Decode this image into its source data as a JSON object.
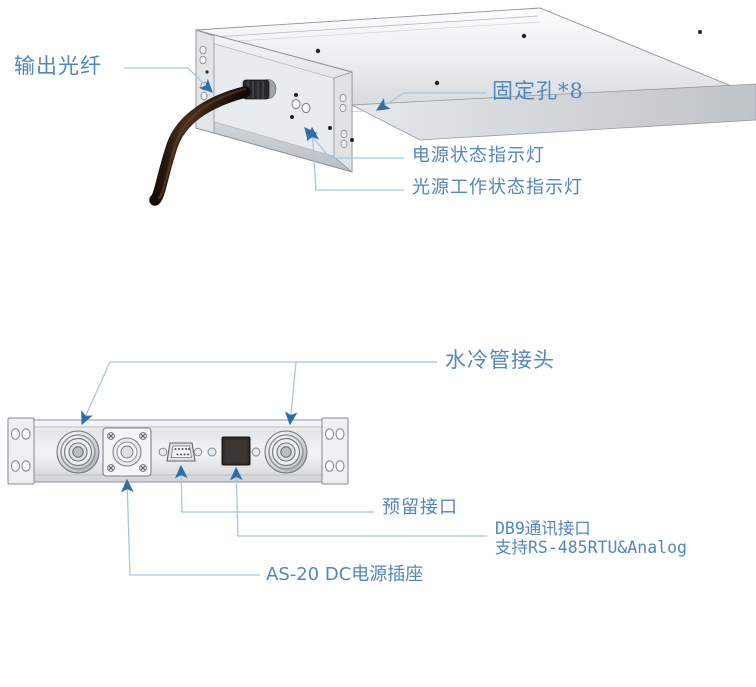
{
  "document": {
    "type": "product-technical-diagram",
    "background_color": "#ffffff",
    "accent_color": "#5386bb",
    "leader_line_color": "#a8c7e2",
    "arrow_color": "#2f6fa8"
  },
  "views": {
    "top": {
      "name": "isometric-front-view",
      "device": "rack-mount fiber light source, 3D perspective, brushed aluminium chassis",
      "features": [
        "fiber output cable",
        "front panel with rack ears",
        "mounting holes",
        "status LEDs"
      ]
    },
    "bottom": {
      "name": "rear-panel-view",
      "device": "rear panel flat elevation",
      "features": [
        "water cooling connectors x2",
        "AS-20 DC power socket",
        "DB9 connector",
        "reserved port",
        "rack ears with slots"
      ]
    }
  },
  "callouts": [
    {
      "id": "fiber-output",
      "text": "输出光纤",
      "font": "cn",
      "size": "t22"
    },
    {
      "id": "mounting-holes",
      "text": "固定孔*8",
      "font": "cn",
      "size": "t22"
    },
    {
      "id": "power-status-led",
      "text": "电源状态指示灯",
      "font": "cn",
      "size": "t19"
    },
    {
      "id": "source-status-led",
      "text": "光源工作状态指示灯",
      "font": "cn",
      "size": "t19"
    },
    {
      "id": "water-cooling-port",
      "text": "水冷管接头",
      "font": "cn",
      "size": "t22"
    },
    {
      "id": "reserved-port",
      "text": "预留接口",
      "font": "cn",
      "size": "t19"
    },
    {
      "id": "db9-line1",
      "text": "DB9通讯接口",
      "font": "mono",
      "size": "t17"
    },
    {
      "id": "db9-line2",
      "text": "支持RS-485RTU&Analog",
      "font": "mono",
      "size": "t17"
    },
    {
      "id": "dc-socket",
      "text": "AS-20 DC电源插座",
      "font": "sans",
      "size": "t19"
    }
  ]
}
